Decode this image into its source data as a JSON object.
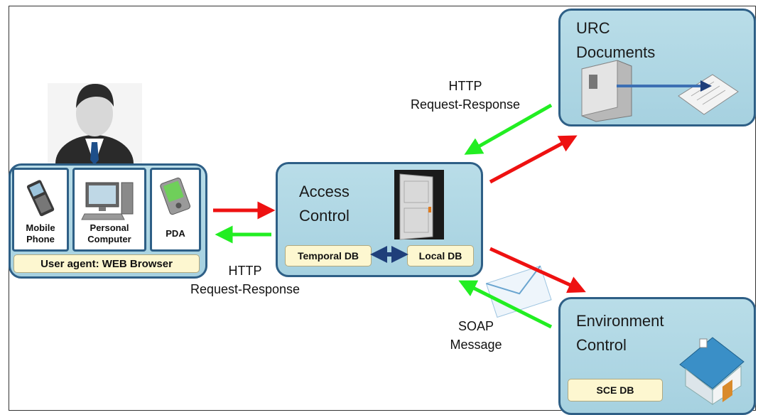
{
  "urc": {
    "title_line1": "URC",
    "title_line2": "Documents"
  },
  "access": {
    "title_line1": "Access",
    "title_line2": "Control",
    "temporal_db": "Temporal DB",
    "local_db": "Local DB"
  },
  "environment": {
    "title_line1": "Environment",
    "title_line2": "Control",
    "sce_db": "SCE DB"
  },
  "user_agent": {
    "devices": [
      {
        "line1": "Mobile",
        "line2": "Phone"
      },
      {
        "line1": "Personal",
        "line2": "Computer"
      },
      {
        "line1": "PDA",
        "line2": ""
      }
    ],
    "browser_label": "User agent: WEB Browser"
  },
  "captions": {
    "http_top_line1": "HTTP",
    "http_top_line2": "Request-Response",
    "http_bottom_line1": "HTTP",
    "http_bottom_line2": "Request-Response",
    "soap_line1": "SOAP",
    "soap_line2": "Message"
  },
  "colors": {
    "request_arrow": "#ee1111",
    "response_arrow": "#22ee22",
    "box_border": "#2e5f86",
    "box_fill": "#b0d7e4",
    "db_fill": "#fdf7d0"
  },
  "icons": [
    "user-icon",
    "mobile-phone-icon",
    "personal-computer-icon",
    "pda-icon",
    "server-icon",
    "document-icon",
    "door-icon",
    "envelope-icon",
    "house-icon",
    "double-arrow-icon"
  ]
}
